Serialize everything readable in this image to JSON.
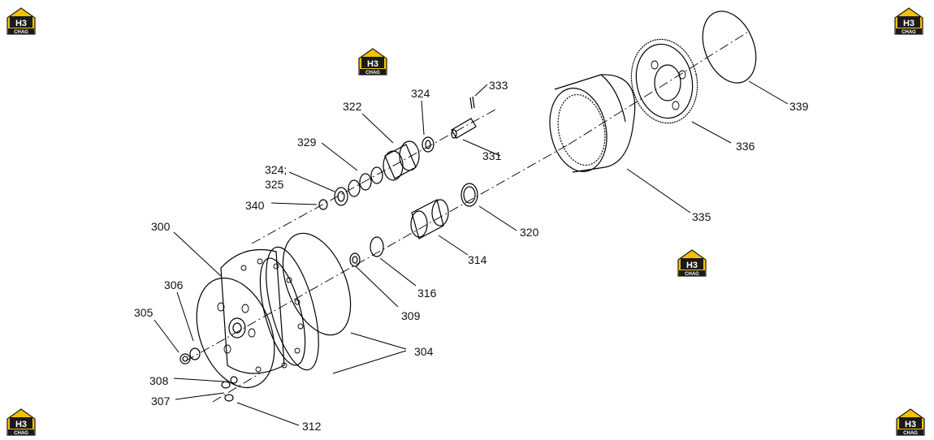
{
  "logo": {
    "top": "H3",
    "bottom": "CHAG",
    "color_yellow": "#f2c200",
    "color_dark": "#1a1a1a"
  },
  "callouts": {
    "c300": "300",
    "c304": "304",
    "c305": "305",
    "c306": "306",
    "c307": "307",
    "c308": "308",
    "c309": "309",
    "c312": "312",
    "c314": "314",
    "c316": "316",
    "c320": "320",
    "c322": "322",
    "c324": "324",
    "c324b": "324;",
    "c325": "325",
    "c329": "329",
    "c331": "331",
    "c333": "333",
    "c335": "335",
    "c336": "336",
    "c339": "339",
    "c340": "340"
  }
}
